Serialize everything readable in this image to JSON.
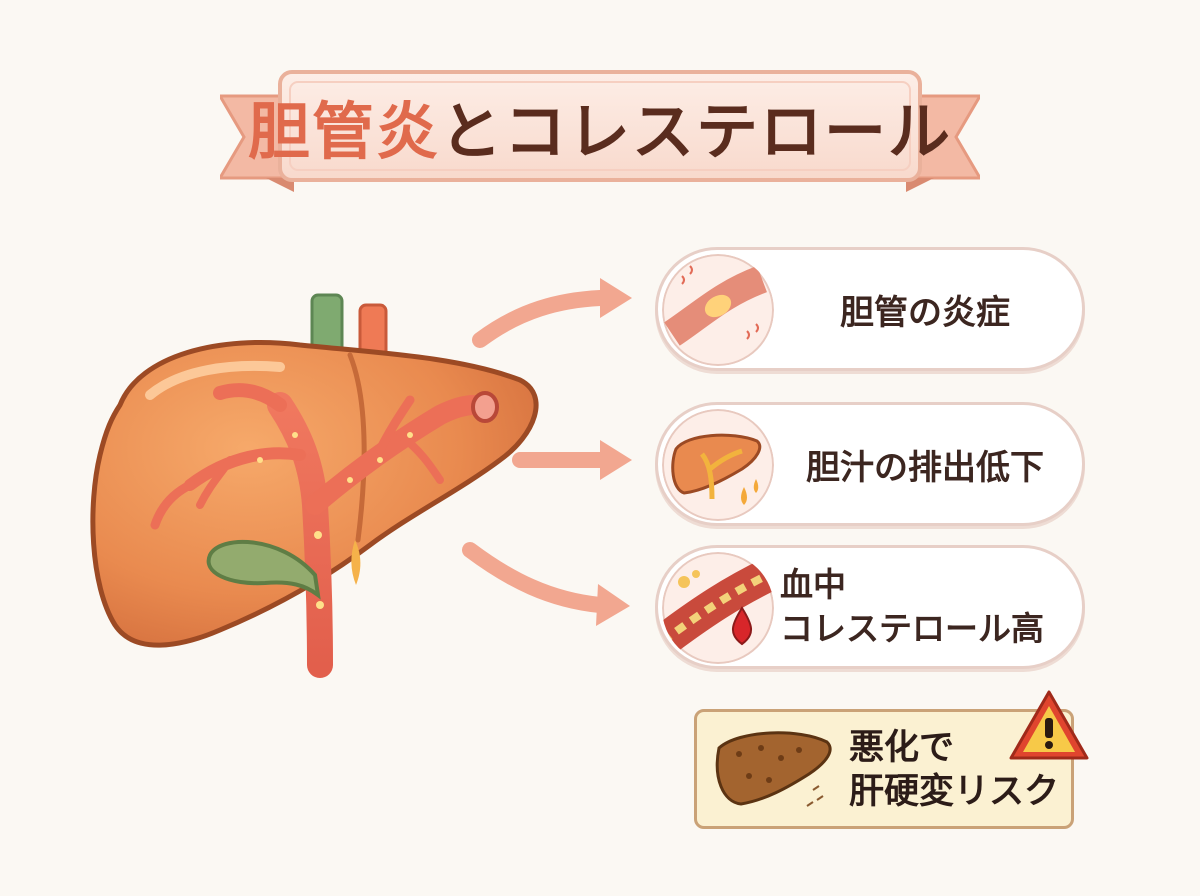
{
  "title": {
    "accent": "胆管炎",
    "rest": "とコレステロール"
  },
  "effects": [
    {
      "label": "胆管の炎症",
      "icon": "inflamed-duct-icon"
    },
    {
      "label": "胆汁の排出低下",
      "icon": "bile-liver-icon"
    },
    {
      "label_line1": "血中",
      "label_line2": "コレステロール高",
      "icon": "blood-vessel-icon"
    }
  ],
  "warning": {
    "line1": "悪化で",
    "line2": "肝硬変リスク",
    "icon": "cirrhotic-liver-icon",
    "alert_icon": "warning-triangle-icon"
  },
  "colors": {
    "title_accent": "#e06a4c",
    "title_text": "#5a2c1e",
    "liver": "#e98a4f",
    "bile_duct": "#f0785f",
    "gallbladder": "#93ab6e",
    "arrow": "#f2a790",
    "warning_bg": "#fbf1d2",
    "alert": "#e0452e"
  }
}
